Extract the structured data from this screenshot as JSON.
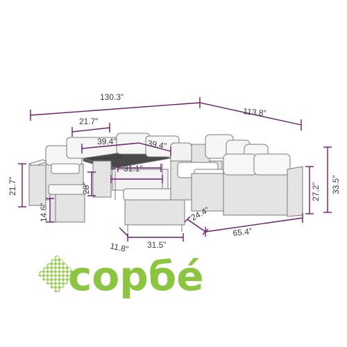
{
  "dimensions": {
    "total_length": "130.3”",
    "total_depth": "113.8”",
    "sofa_unit_width": "21.7”",
    "table_width": "39.4”",
    "table_depth": "39.4”",
    "table_inner": "31.1”",
    "table_height": "28”",
    "left_height": "21.7”",
    "stool_height": "14.6”",
    "bench_depth": "11.8”",
    "bench_width": "31.5”",
    "seat_depth": "24.4”",
    "right_width": "65.4”",
    "seat_height": "27.2”",
    "back_height": "33.5”"
  },
  "brand": {
    "name": "сopбé",
    "color": "#8cc641"
  },
  "colors": {
    "dimension_line": "#6a1a6e",
    "furniture_outline": "#8a8a8a"
  }
}
